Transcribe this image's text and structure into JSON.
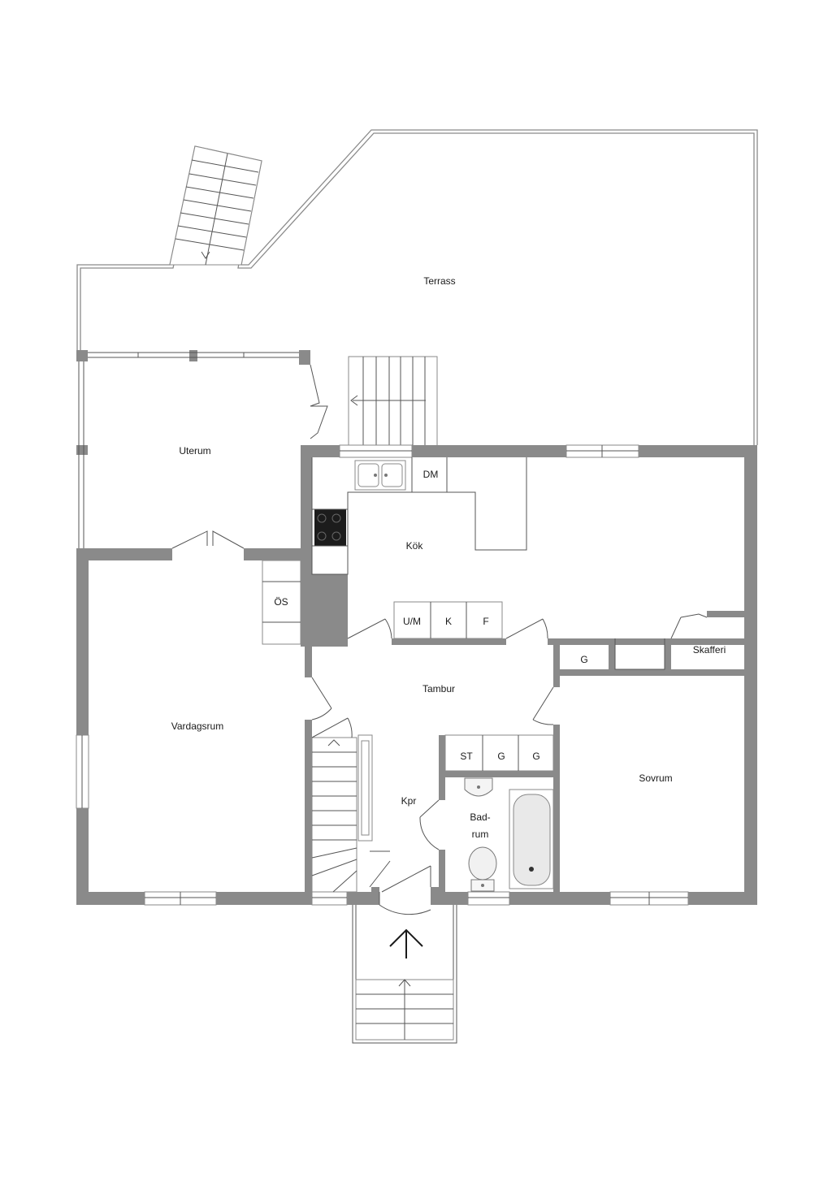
{
  "rooms": {
    "terrass": "Terrass",
    "uterum": "Uterum",
    "kok": "Kök",
    "dm": "DM",
    "os": "ÖS",
    "um": "U/M",
    "k": "K",
    "f": "F",
    "g_hall": "G",
    "skafferi": "Skafferi",
    "tambur": "Tambur",
    "vardagsrum": "Vardagsrum",
    "sovrum": "Sovrum",
    "st": "ST",
    "g1": "G",
    "g2": "G",
    "kpr": "Kpr",
    "badrum_line1": "Bad-",
    "badrum_line2": "rum"
  },
  "colors": {
    "wall": "#8a8a8a",
    "line": "#555555",
    "background": "#ffffff"
  },
  "icons": {
    "entrance": "entrance-arrow-icon",
    "sink": "kitchen-sink-icon",
    "stove": "stove-icon",
    "bathtub": "bathtub-icon",
    "toilet": "toilet-icon",
    "washbasin": "washbasin-icon"
  }
}
